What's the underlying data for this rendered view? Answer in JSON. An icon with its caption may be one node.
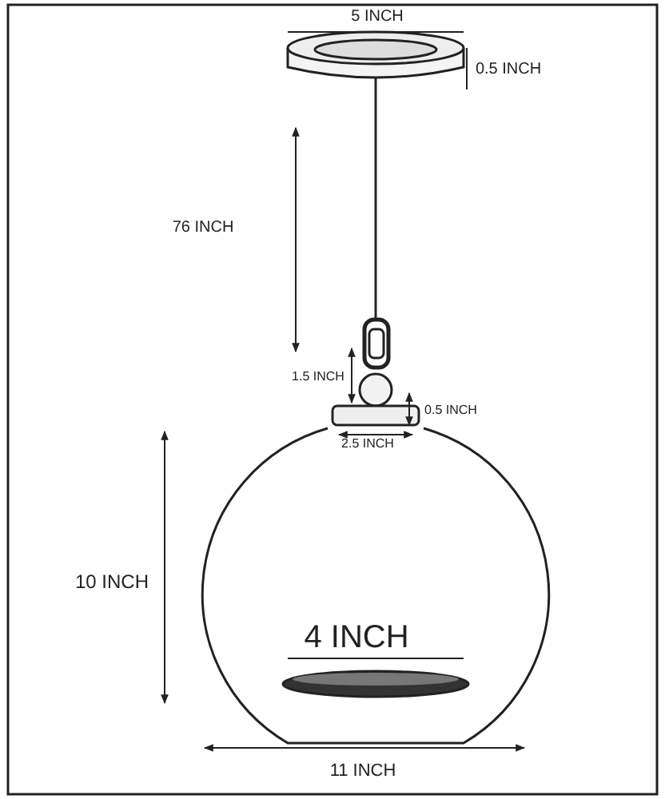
{
  "diagram": {
    "labels": [
      "5 INCH",
      "0.5 INCH",
      "76 INCH",
      "1.5 INCH",
      "0.5 INCH",
      "2.5 INCH",
      "10 INCH",
      "4 INCH",
      "11 INCH"
    ]
  }
}
